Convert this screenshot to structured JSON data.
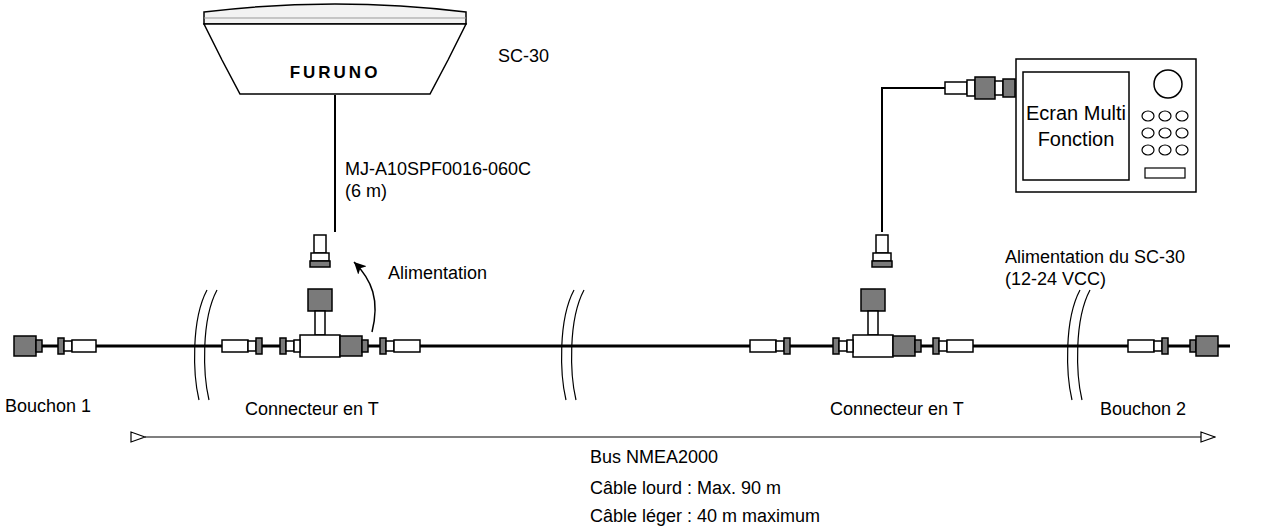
{
  "diagram": {
    "nodes": [
      {
        "text": [
          "FURUNO",
          "SC-30"
        ]
      },
      {
        "text": [
          "Ecran Multi Fonction"
        ]
      }
    ],
    "labels": [
      "MJ-A10SPF0016-060C (6 m)",
      "Alimentation",
      "Alimentation du SC-30 (12-24 VCC)",
      "Bouchon 1",
      "Connecteur en T",
      "Connecteur en T",
      "Bouchon 2",
      "Bus NMEA2000",
      "Câble lourd : Max. 90 m",
      "Câble léger : 40 m maximum"
    ]
  }
}
